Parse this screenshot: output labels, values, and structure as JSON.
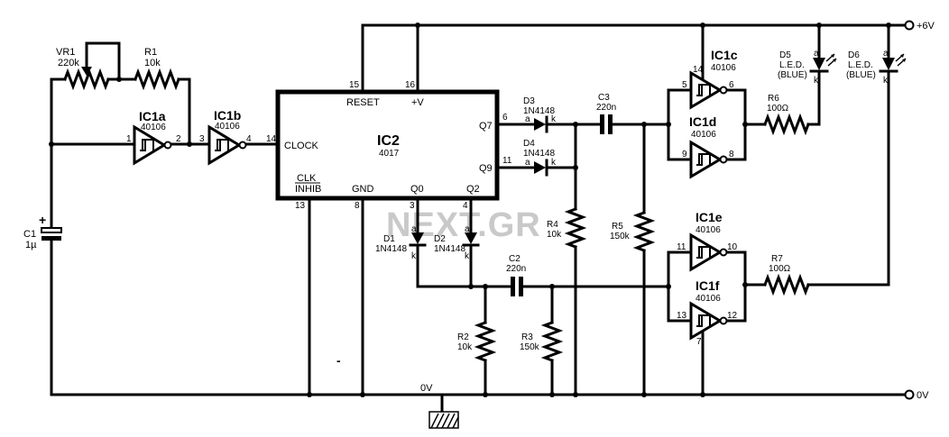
{
  "rails": {
    "pos": "+6V",
    "gnd": "0V",
    "gnd_node": "0V",
    "minus": "-"
  },
  "watermark": "NEXT.GR",
  "ic2": {
    "name": "IC2",
    "part": "4017",
    "pins": {
      "reset": "RESET",
      "vplus": "+V",
      "clock": "CLOCK",
      "clk": "CLK",
      "inhib": "INHIB",
      "gnd": "GND",
      "q7": "Q7",
      "q9": "Q9",
      "q0": "Q0",
      "q2": "Q2"
    },
    "pin_numbers": {
      "p15": "15",
      "p16": "16",
      "p14": "14",
      "p13": "13",
      "p8": "8",
      "p3": "3",
      "p4": "4",
      "p6": "6",
      "p11": "11"
    }
  },
  "gates": {
    "ic1a": {
      "name": "IC1a",
      "part": "40106",
      "in": "1",
      "out": "2"
    },
    "ic1b": {
      "name": "IC1b",
      "part": "40106",
      "in": "3",
      "out": "4"
    },
    "ic1c": {
      "name": "IC1c",
      "part": "40106",
      "in": "5",
      "out": "6",
      "vcc": "14"
    },
    "ic1d": {
      "name": "IC1d",
      "part": "40106",
      "in": "9",
      "out": "8"
    },
    "ic1e": {
      "name": "IC1e",
      "part": "40106",
      "in": "11",
      "out": "10"
    },
    "ic1f": {
      "name": "IC1f",
      "part": "40106",
      "in": "13",
      "out": "12",
      "gnd": "7"
    }
  },
  "components": {
    "vr1": {
      "name": "VR1",
      "value": "220k"
    },
    "r1": {
      "name": "R1",
      "value": "10k"
    },
    "r2": {
      "name": "R2",
      "value": "10k"
    },
    "r3": {
      "name": "R3",
      "value": "150k"
    },
    "r4": {
      "name": "R4",
      "value": "10k"
    },
    "r5": {
      "name": "R5",
      "value": "150k"
    },
    "r6": {
      "name": "R6",
      "value": "100Ω"
    },
    "r7": {
      "name": "R7",
      "value": "100Ω"
    },
    "c1": {
      "name": "C1",
      "value": "1µ",
      "polarity": "+"
    },
    "c2": {
      "name": "C2",
      "value": "220n"
    },
    "c3": {
      "name": "C3",
      "value": "220n"
    },
    "d1": {
      "name": "D1",
      "value": "1N4148"
    },
    "d2": {
      "name": "D2",
      "value": "1N4148"
    },
    "d3": {
      "name": "D3",
      "value": "1N4148"
    },
    "d4": {
      "name": "D4",
      "value": "1N4148"
    },
    "d5": {
      "name": "D5",
      "line1": "L.E.D.",
      "line2": "(BLUE)"
    },
    "d6": {
      "name": "D6",
      "line1": "L.E.D.",
      "line2": "(BLUE)"
    }
  },
  "pin_marks": {
    "anode": "a",
    "cathode": "k"
  }
}
